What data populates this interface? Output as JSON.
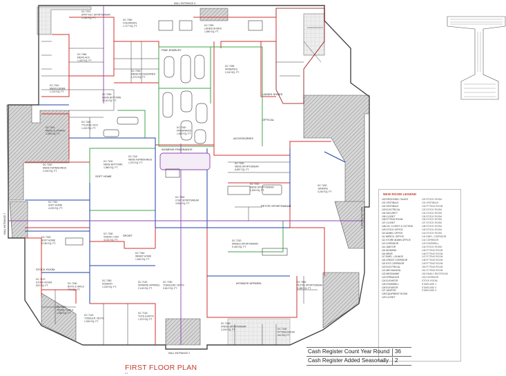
{
  "title": "FIRST FLOOR PLAN",
  "title_scale": "1/1",
  "top_corridor_label": "MALL ENTRANCE 6",
  "left_corridor_label": "MALL ENTRANCE 7",
  "right_corridor_label": "MALL ENTRANCE 3",
  "bottom_corridor_label": "MALL ENTRANCE 2",
  "rooms": [
    {
      "id": "dc-7070",
      "code": "DC 7070",
      "name": "SPRT ACC SPORTSWEAR",
      "area": "1,160 SQ. FT."
    },
    {
      "id": "dc-7080",
      "code": "DC 7080",
      "name": "CHILDREN'S",
      "area": "1,717 SQ. FT."
    },
    {
      "id": "dc-7090",
      "code": "DC 7090",
      "name": "LADIES SHOES",
      "area": "1,890 SQ. FT."
    },
    {
      "id": "dc-7060",
      "code": "DC 7060",
      "name": "MEN'S ACC",
      "area": "1,420 SQ. FT."
    },
    {
      "id": "dc-7050",
      "code": "DC 7050",
      "name": "MENS BOTTOMS",
      "area": "3,140 SQ. FT."
    },
    {
      "id": "dc-7030",
      "code": "DC 7030",
      "name": "MENS ACCESSORIES",
      "area": "1,270 SQ. FT."
    },
    {
      "id": "dc-7040",
      "code": "DC 7040",
      "name": "TYCOON / ACC",
      "area": "1,410 SQ. FT."
    },
    {
      "id": "dc-7001",
      "code": "DC 7001",
      "name": "MENS CLOTHING",
      "area": "1,280 SQ. FT."
    },
    {
      "id": "dc-7095",
      "code": "DC 7095",
      "name": "INTIMATES",
      "area": "2,110 SQ. FT."
    },
    {
      "id": "dc-7000",
      "code": "DC 7000",
      "name": "FRAGRANCE",
      "area": "1,560 SQ. FT."
    },
    {
      "id": "dc-7020",
      "code": "DC 7020",
      "name": "MENS FURNISHINGS",
      "area": "2,240 SQ. FT."
    },
    {
      "id": "dc-7100",
      "code": "DC 7100",
      "name": "MENS BOTTOMS",
      "area": "1,880 SQ. FT."
    },
    {
      "id": "dc-7110",
      "code": "DC 7110",
      "name": "MENS FURNISHINGS",
      "area": "1,070 SQ. FT."
    },
    {
      "id": "dc-7010",
      "code": "DC 7010",
      "name": "MEN'S DENIM",
      "area": "1,124 SQ. FT."
    },
    {
      "id": "dc-7200",
      "code": "DC 7200",
      "name": "MENS SPORTSWEAR",
      "area": "8,897 SQ. FT."
    },
    {
      "id": "dc-7210",
      "code": "DC 7210",
      "name": "MENS SPORTSWEAR",
      "area": "1,540 SQ. FT."
    },
    {
      "id": "dc-7400",
      "code": "DC 7400",
      "name": "JUNIORS",
      "area": "4,240 SQ. FT."
    },
    {
      "id": "dc-7300",
      "code": "DC 7300",
      "name": "COAT SPORTSWEAR",
      "area": "3,694 SQ. FT."
    },
    {
      "id": "dc-7310",
      "code": "DC 7310",
      "name": "SOFT HOME",
      "area": "4,220 SQ. FT."
    },
    {
      "id": "dc-7320",
      "code": "DC 7320",
      "name": "SOFT HOME",
      "area": "2,150 SQ. FT."
    },
    {
      "id": "dc-7330",
      "code": "DC 7330",
      "name": "VISION / CON",
      "area": "3,131 SQ. FT."
    },
    {
      "id": "dc-7340",
      "code": "DC 7340",
      "name": "INFANT HOME",
      "area": "1,540 SQ. FT."
    },
    {
      "id": "dc-7350",
      "code": "DC 7350",
      "name": "HOSIERY",
      "area": "1,240 SQ. FT."
    },
    {
      "id": "dc-7220",
      "code": "DC 7220",
      "name": "MISSES SPORTSWEAR",
      "area": "9,440 SQ. FT."
    },
    {
      "id": "dc-7230",
      "code": "DC 7230",
      "name": "TODDLERS / BOYS",
      "area": "3,612 SQ. FT."
    },
    {
      "id": "dc-7240",
      "code": "DC 7240",
      "name": "DRESS SPORTSWEAR",
      "area": "4,240 SQ. FT."
    },
    {
      "id": "dc-7500",
      "code": "DC 7500",
      "name": "PETITE SPORTSWEAR",
      "area": "3,484 SQ. FT."
    },
    {
      "id": "dc-7120",
      "code": "DC 7120",
      "name": "INTIMATE APPAREL",
      "area": "2,140 SQ. FT."
    },
    {
      "id": "dc-7130",
      "code": "DC 7130",
      "name": "TOYS & BOYS",
      "area": "1,070 SQ. FT."
    },
    {
      "id": "dc-7140",
      "code": "DC 7140",
      "name": "TODDLER / BOYS",
      "area": "1,900 SQ. FT."
    },
    {
      "id": "dc-7150",
      "code": "DC 7150",
      "name": "TEENS / GIRLS",
      "area": "1,950 SQ. FT."
    },
    {
      "id": "dc-7160",
      "code": "DC 7160",
      "name": "BOYS & GIRLS",
      "area": "770 SQ. FT."
    },
    {
      "id": "dc-7170",
      "code": "DC 7170",
      "name": "STOCK ROOM",
      "area": "520 SQ. FT."
    },
    {
      "id": "dc-7180",
      "code": "DC 7180",
      "name": "FITTING ROOM",
      "area": "410 SQ. FT."
    }
  ],
  "zone_labels": {
    "accessories": "ACCESSORIES",
    "ladies_shoes": "LADIES SHOES",
    "soft_home": "SOFT HOME",
    "fine_jewelry": "FINE JEWELRY",
    "sport": "SPORT",
    "optical": "OPTICAL",
    "stock": "STOCK ROOM",
    "womens_fragrance": "WOMENS FRAGRANCE",
    "intimate": "INTIMATE APPAREL",
    "petite": "PETITE SPORTSWEAR"
  },
  "legend": {
    "title": "NEW ROOM LEGEND",
    "left": [
      "100 RECEIVING / SALES",
      "101 VESTIBULE",
      "102 VESTIBULE",
      "103 ELECTRICAL",
      "104 SECURITY",
      "105 CLOSET",
      "106 FITTING ROOM",
      "107 CLOSET",
      "108 LIN. CLOSET & CUTTING",
      "109 STOCK OFFICE",
      "110 ADMIN. OFFICE",
      "111 MERCH. OFFICE",
      "112 STORE ADMIN OFFICE",
      "113 CORRIDOR",
      "114 JANITOR",
      "115 WOMENS",
      "116 MENS",
      "117 EMPL. LOUNGE",
      "118 CREDIT CORRIDOR",
      "119 EXIT CORRIDOR",
      "120 ELECTRICAL",
      "121 MECHANICAL",
      "122 MEZZANINE",
      "123 SPRINKLER",
      "124 ELEVATOR",
      "125 STAIRWELL",
      "126 ELEVATOR",
      "127 JANITOR",
      "128 EQUIPMENT ROOM",
      "129 CLOSET"
    ],
    "right": [
      "130 STOCK ROOM",
      "131 VESTIBULE",
      "132 FITTING ROOM",
      "133 STOCK ROOM",
      "134 STOCK ROOM",
      "135 STOCK ROOM",
      "136 STOCK ROOM",
      "137 STOCK ROOM",
      "138 STOCK ROOM",
      "139 STOCK ROOM",
      "140 STOCK ROOM",
      "141 EMPL. CORRIDOR",
      "142 CORRIDOR",
      "143 STAIRWELL",
      "144 STOCK ROOM",
      "145 FITTING ROOM",
      "146 FITTING ROOM",
      "147 FITTING ROOM",
      "148 FITTING ROOM",
      "149 FITTING ROOM",
      "150 FITTING ROOM",
      "151 FITTING ROOM",
      "152 FAMILY RESTROOM",
      "153 CORRIDOR",
      "STOCK ROOM",
      "STAIRCASE 1",
      "STAIRCASE 2",
      "STAIRCASE 3",
      "",
      ""
    ]
  },
  "summary": [
    {
      "label": "Cash Register Count Year Round",
      "value": "36"
    },
    {
      "label": "Cash Register Added Seasonally",
      "value": "2"
    }
  ]
}
